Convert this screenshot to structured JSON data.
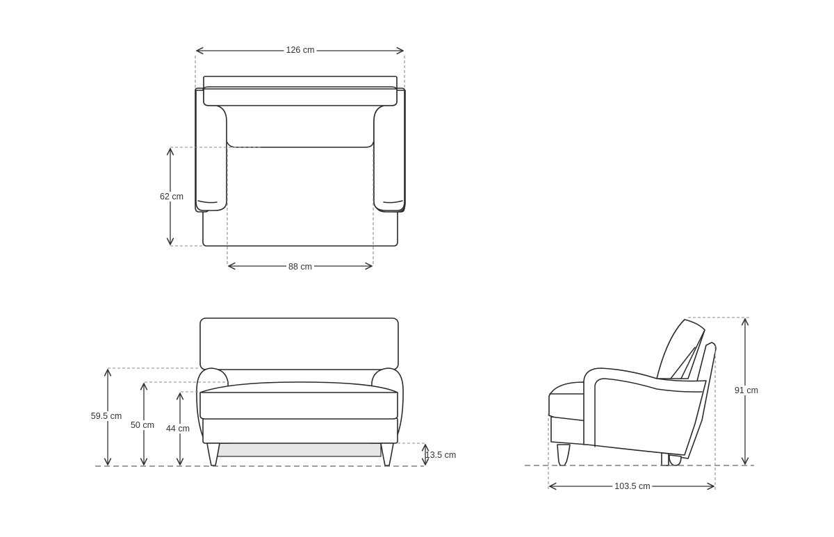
{
  "dimensions": {
    "top_width": "126 cm",
    "seat_depth": "62 cm",
    "seat_width": "88 cm",
    "arm_height": "59.5 cm",
    "seat_height_top": "50 cm",
    "seat_height": "44 cm",
    "clearance": "13.5 cm",
    "total_height": "91 cm",
    "total_depth": "103.5 cm"
  },
  "colors": {
    "line": "#2a2a2a",
    "underside_fill": "#e6e6e6"
  }
}
